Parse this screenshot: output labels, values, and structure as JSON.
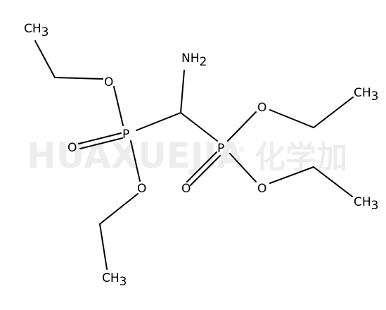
{
  "watermark": {
    "text": "HUAXUEJIA",
    "cn_text": "化学加",
    "registered_mark": "®"
  },
  "molecule": {
    "atoms": {
      "ch3_top_left": {
        "element": "CH",
        "subscript": "3"
      },
      "o_upper_left": {
        "element": "O"
      },
      "p_left": {
        "element": "P"
      },
      "o_double_left": {
        "element": "O"
      },
      "o_lower_left": {
        "element": "O"
      },
      "ch3_bottom_left": {
        "element": "CH",
        "subscript": "3"
      },
      "nh2": {
        "element": "NH",
        "subscript": "2"
      },
      "p_right": {
        "element": "P"
      },
      "o_double_right": {
        "element": "O"
      },
      "o_upper_right": {
        "element": "O"
      },
      "ch3_upper_right": {
        "element": "CH",
        "subscript": "3"
      },
      "o_lower_right": {
        "element": "O"
      },
      "ch3_lower_right": {
        "element": "CH",
        "subscript": "3"
      }
    }
  }
}
